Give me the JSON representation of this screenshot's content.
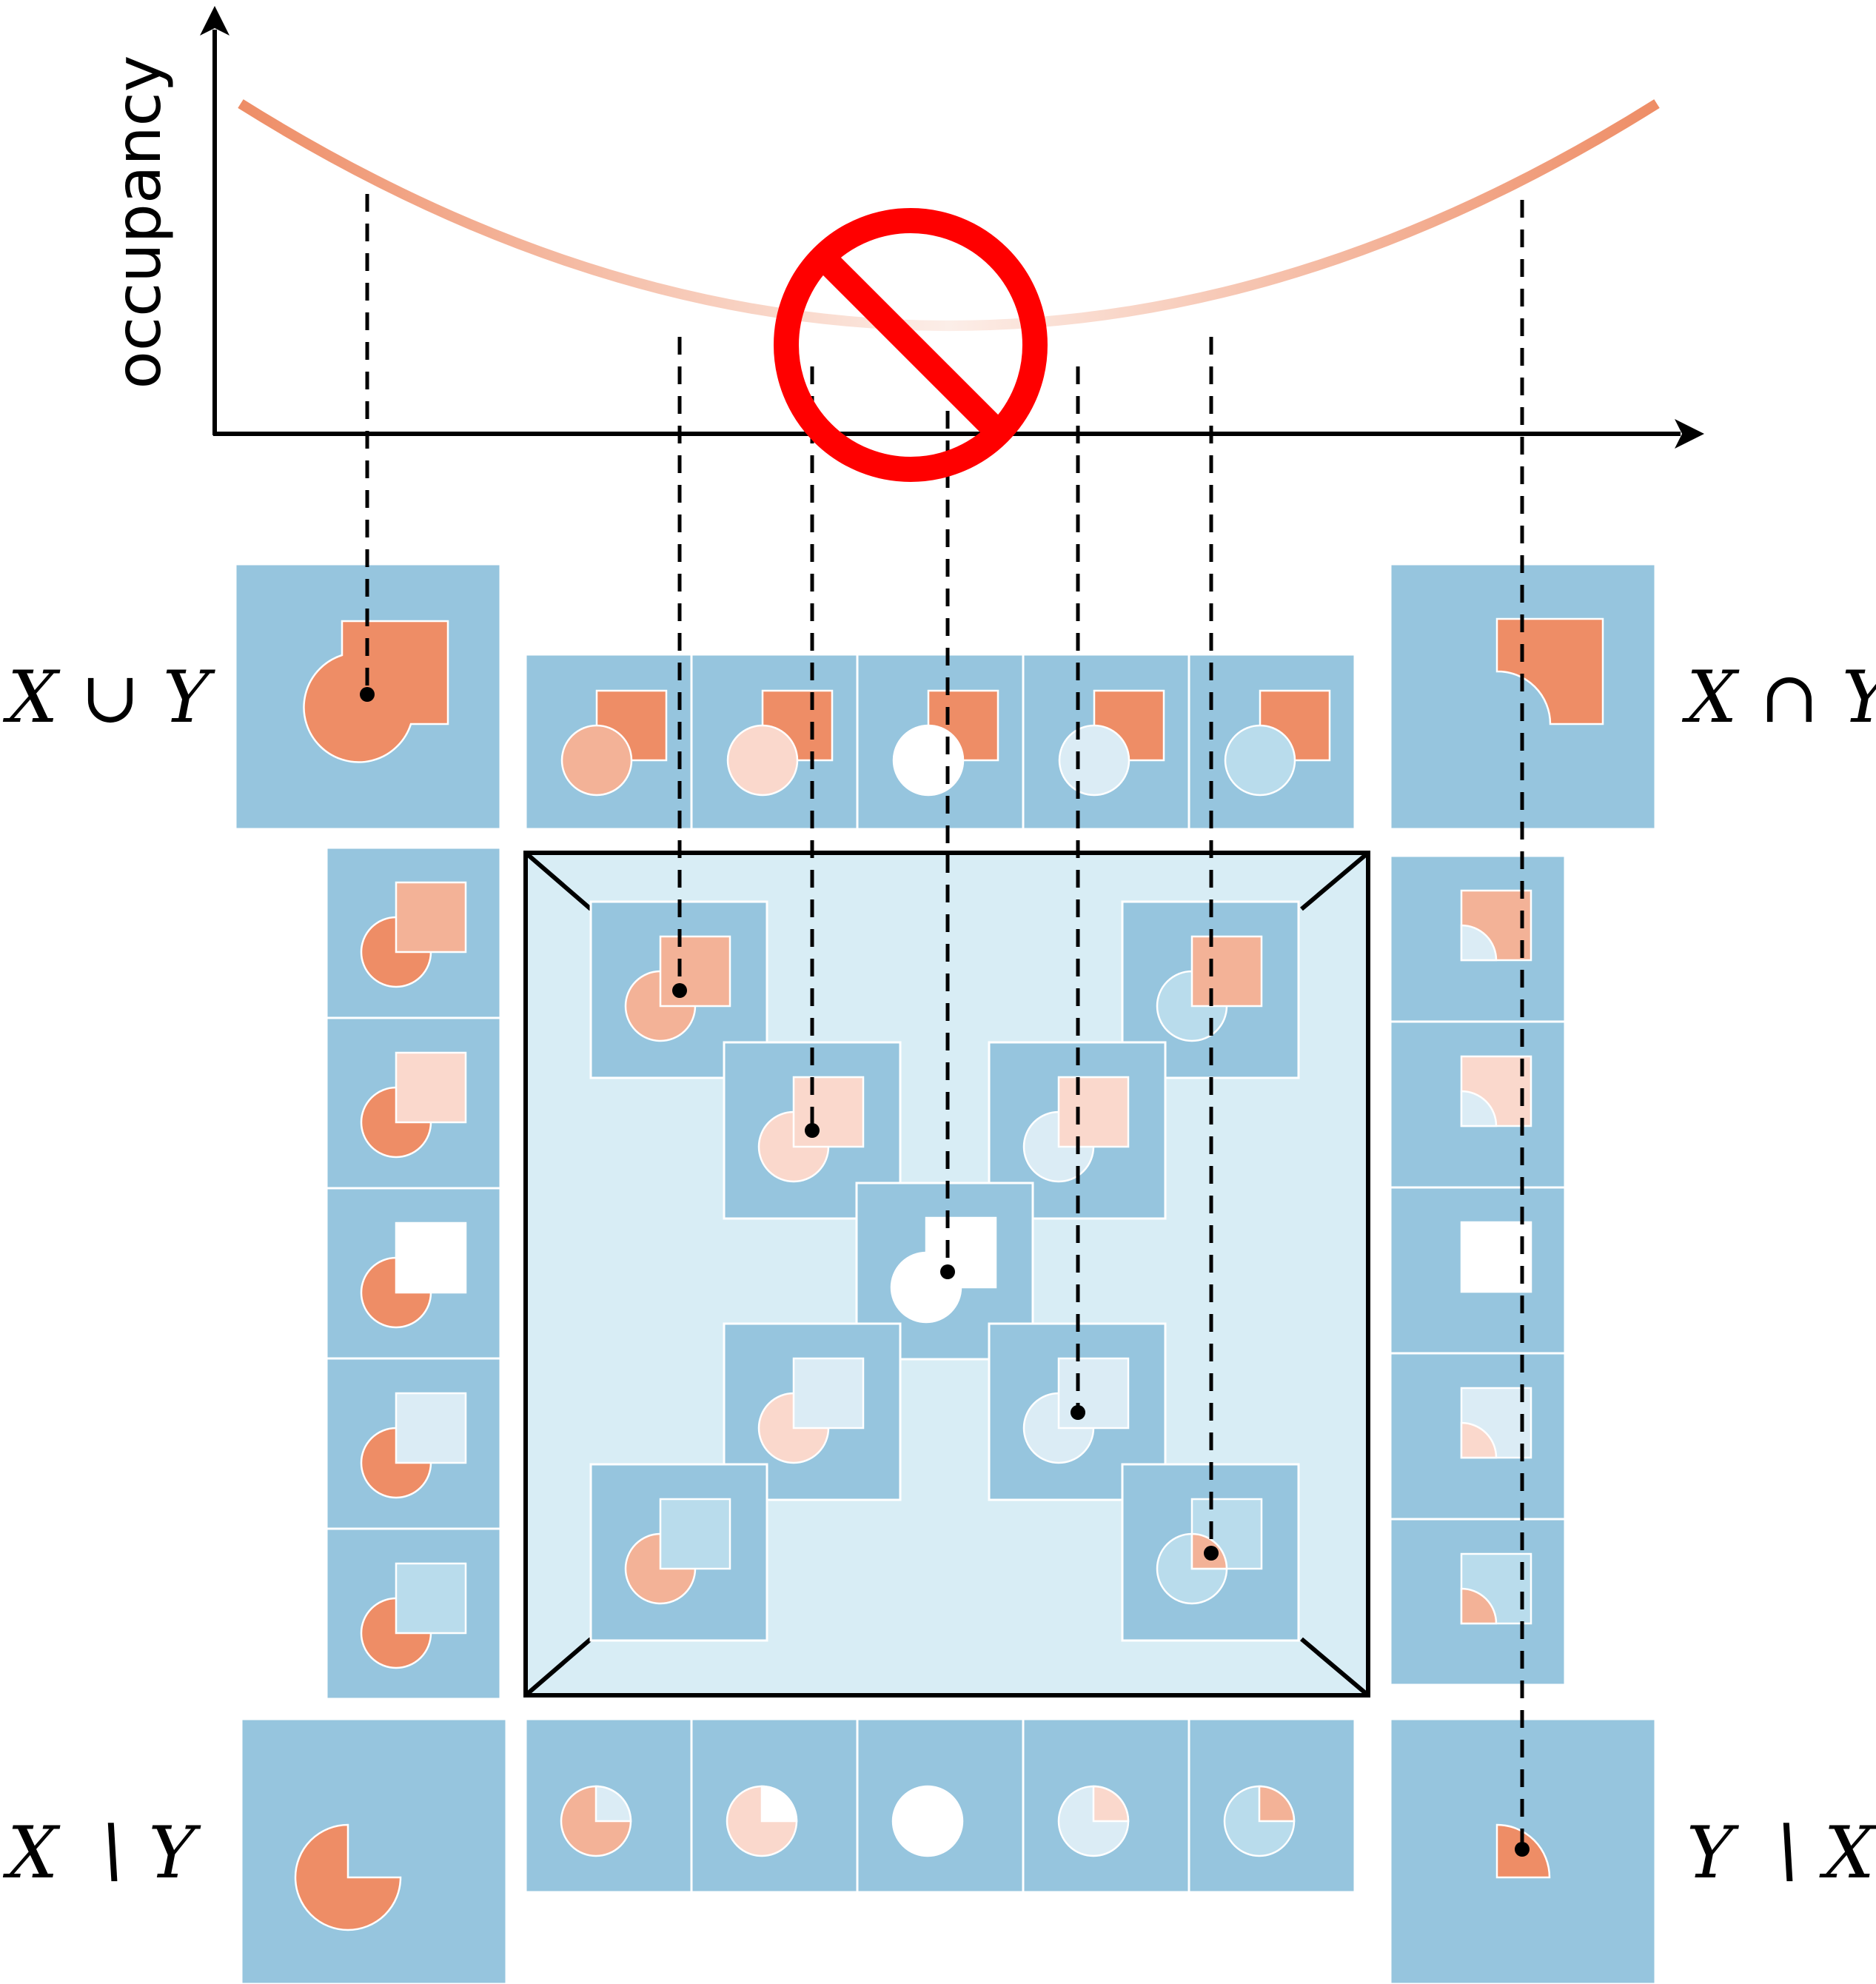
{
  "axis": {
    "y_label": "occupancy"
  },
  "labels": {
    "union": "X ∪ Y",
    "intersection": "X ∩ Y",
    "x_minus_y": "X ∖ Y",
    "y_minus_x": "Y ∖ X"
  },
  "colors": {
    "panel": "#96c5de",
    "inner_box": "#d8edf5",
    "shape_full": "#ee8d66",
    "shape_stroke": "#ffffff",
    "curve": "#ee8d66",
    "forbidden": "#ff0000"
  },
  "shape_levels": [
    {
      "name": "full",
      "fill": "#ee8d66"
    },
    {
      "name": "high",
      "fill": "#f3b297"
    },
    {
      "name": "mid",
      "fill": "#fad8cc"
    },
    {
      "name": "empty",
      "fill": "#ffffff"
    },
    {
      "name": "light-blue",
      "fill": "#dbecf5"
    },
    {
      "name": "soft-blue",
      "fill": "#b9dcec"
    }
  ],
  "icons": [
    "forbidden-icon",
    "arrow-up-icon",
    "arrow-right-icon",
    "marker-dot-icon"
  ]
}
